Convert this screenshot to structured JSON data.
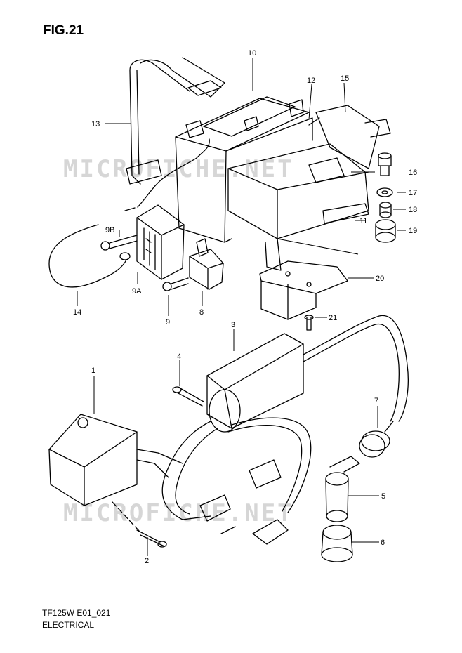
{
  "figure": {
    "title": "FIG.21"
  },
  "watermark": "MICROFICHE.NET",
  "callouts": [
    "1",
    "2",
    "3",
    "4",
    "5",
    "6",
    "7",
    "8",
    "9",
    "9A",
    "9B",
    "10",
    "11",
    "12",
    "13",
    "14",
    "15",
    "16",
    "17",
    "18",
    "19",
    "20",
    "21"
  ],
  "footer": {
    "code": "TF125W E01_021",
    "name": "ELECTRICAL"
  },
  "colors": {
    "ink": "#000000",
    "watermark": "#d6d6d6",
    "background": "#ffffff"
  }
}
